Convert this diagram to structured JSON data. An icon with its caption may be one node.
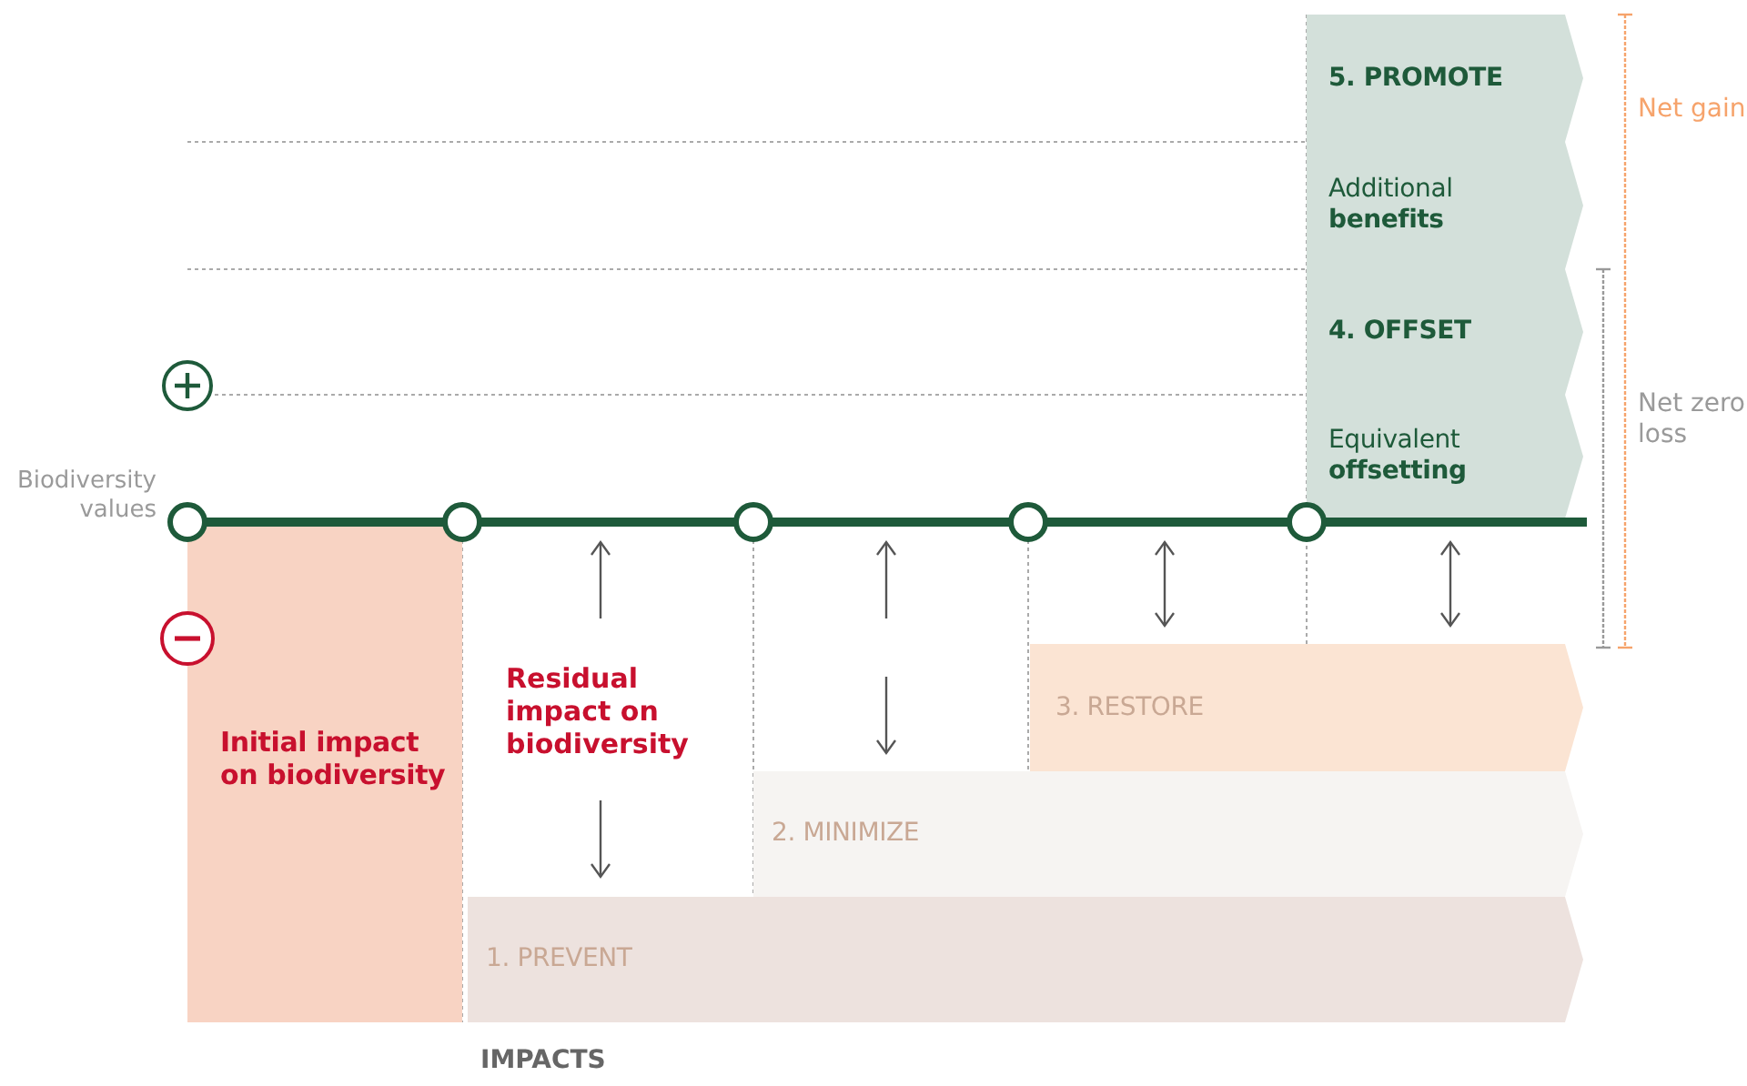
{
  "diagram": {
    "nodes": [
      {
        "text": [
          "Initial impact on biodiversity"
        ]
      },
      {
        "text": [
          "1. PREVENT"
        ]
      },
      {
        "text": [
          "2. MINIMIZE"
        ]
      },
      {
        "text": [
          "3. RESTORE"
        ]
      },
      {
        "text": [
          "Equivalent **offsetting**"
        ]
      },
      {
        "text": [
          "4. OFFSET"
        ]
      },
      {
        "text": [
          "Additional **benefits**"
        ]
      },
      {
        "text": [
          "5. PROMOTE"
        ]
      }
    ],
    "labels": [
      "Biodiversity values",
      "Residual impact on biodiversity",
      "Net gain",
      "Net zero loss",
      "IMPACTS"
    ]
  }
}
